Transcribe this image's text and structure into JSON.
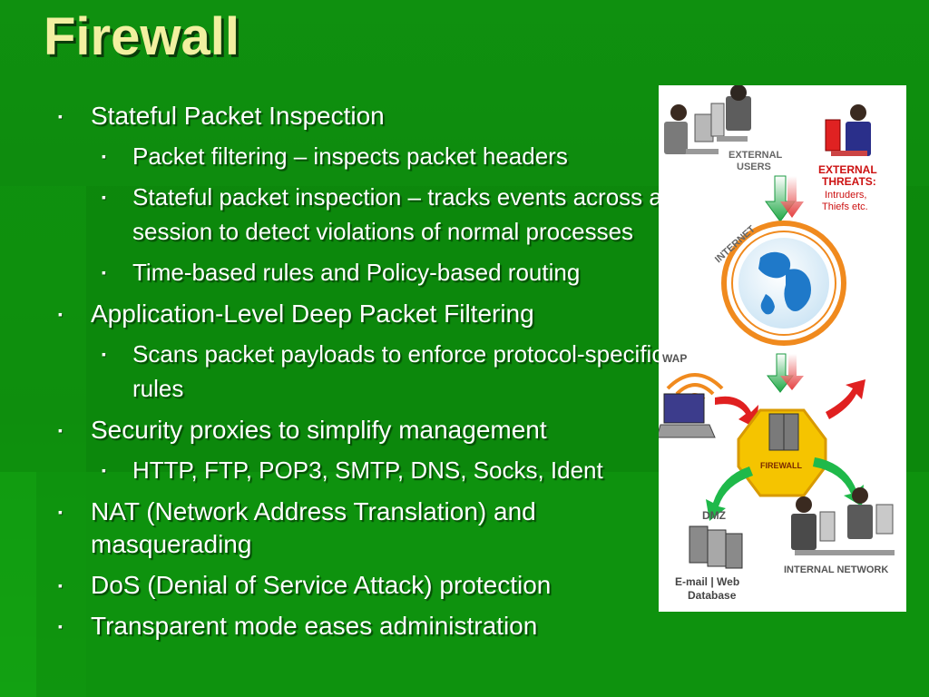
{
  "slide": {
    "title": "Firewall",
    "bullets": [
      {
        "level": 1,
        "text": "Stateful Packet Inspection"
      },
      {
        "level": 2,
        "text": "Packet filtering – inspects packet headers"
      },
      {
        "level": 2,
        "text": "Stateful packet inspection – tracks events across a session to detect violations of normal processes"
      },
      {
        "level": 2,
        "text": "Time-based rules and Policy-based routing"
      },
      {
        "level": 1,
        "text": "Application-Level Deep Packet Filtering"
      },
      {
        "level": 2,
        "text": "Scans packet payloads to enforce protocol-specific rules"
      },
      {
        "level": 1,
        "text": "Security proxies to simplify management"
      },
      {
        "level": 2,
        "text": "HTTP, FTP, POP3, SMTP, DNS, Socks, Ident"
      },
      {
        "level": 1,
        "text": "NAT (Network Address Translation) and masquerading"
      },
      {
        "level": 1,
        "text": "DoS (Denial of Service Attack) protection"
      },
      {
        "level": 1,
        "text": "Transparent mode eases administration"
      }
    ],
    "bullet_glyph": "▪"
  },
  "diagram": {
    "external_users": [
      "EXTERNAL",
      "USERS"
    ],
    "external_threats": [
      "EXTERNAL",
      "THREATS:",
      "Intruders,",
      "Thiefs etc."
    ],
    "internet": "INTERNET",
    "wap": "WAP",
    "firewall": "FIREWALL",
    "dmz": "DMZ",
    "dmz_servers": [
      "E-mail | Web",
      "Database"
    ],
    "internal_network": "INTERNAL NETWORK"
  },
  "colors": {
    "background": "#0e8a0e",
    "title": "#f2f0a0",
    "text": "#ffffff",
    "threat_red": "#cc1111",
    "firewall_yellow": "#f5c400",
    "internet_orange": "#f08a1e"
  }
}
